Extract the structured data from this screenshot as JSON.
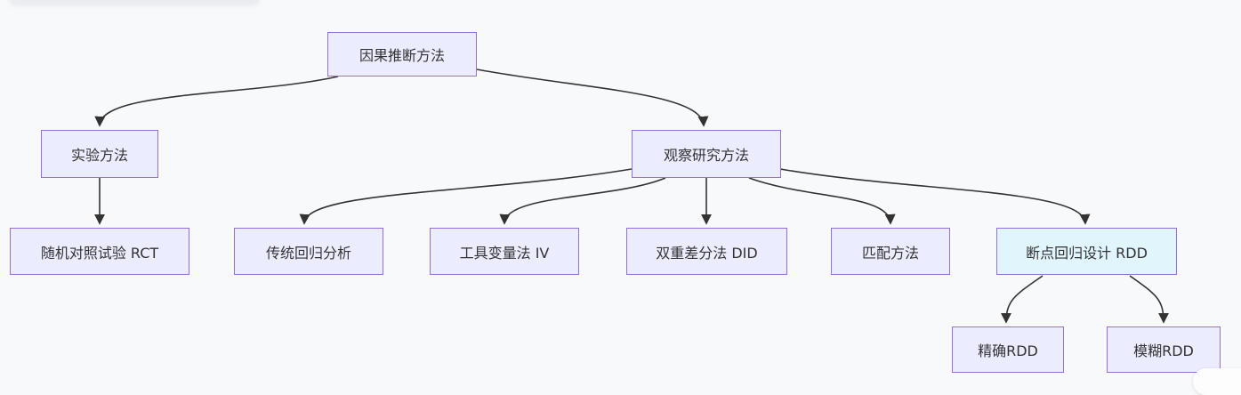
{
  "colors": {
    "background": "#f8f9fb",
    "node_fill": "#ececff",
    "node_border": "#9370db",
    "highlight_fill": "#e1f5fd",
    "edge_color": "#333333",
    "text_color": "#333333"
  },
  "nodes": [
    {
      "id": "causal-inference",
      "label": "因果推断方法"
    },
    {
      "id": "experimental",
      "label": "实验方法"
    },
    {
      "id": "observational",
      "label": "观察研究方法"
    },
    {
      "id": "rct",
      "label": "随机对照试验 RCT"
    },
    {
      "id": "regression",
      "label": "传统回归分析"
    },
    {
      "id": "iv",
      "label": "工具变量法 IV"
    },
    {
      "id": "did",
      "label": "双重差分法 DID"
    },
    {
      "id": "matching",
      "label": "匹配方法"
    },
    {
      "id": "rdd",
      "label": "断点回归设计 RDD",
      "highlighted": true
    },
    {
      "id": "sharp-rdd",
      "label": "精确RDD"
    },
    {
      "id": "fuzzy-rdd",
      "label": "模糊RDD"
    }
  ],
  "edges": [
    {
      "from": "因果推断方法",
      "to": "实验方法"
    },
    {
      "from": "因果推断方法",
      "to": "观察研究方法"
    },
    {
      "from": "实验方法",
      "to": "随机对照试验 RCT"
    },
    {
      "from": "观察研究方法",
      "to": "传统回归分析"
    },
    {
      "from": "观察研究方法",
      "to": "工具变量法 IV"
    },
    {
      "from": "观察研究方法",
      "to": "双重差分法 DID"
    },
    {
      "from": "观察研究方法",
      "to": "匹配方法"
    },
    {
      "from": "观察研究方法",
      "to": "断点回归设计 RDD"
    },
    {
      "from": "断点回归设计 RDD",
      "to": "精确RDD"
    },
    {
      "from": "断点回归设计 RDD",
      "to": "模糊RDD"
    }
  ]
}
